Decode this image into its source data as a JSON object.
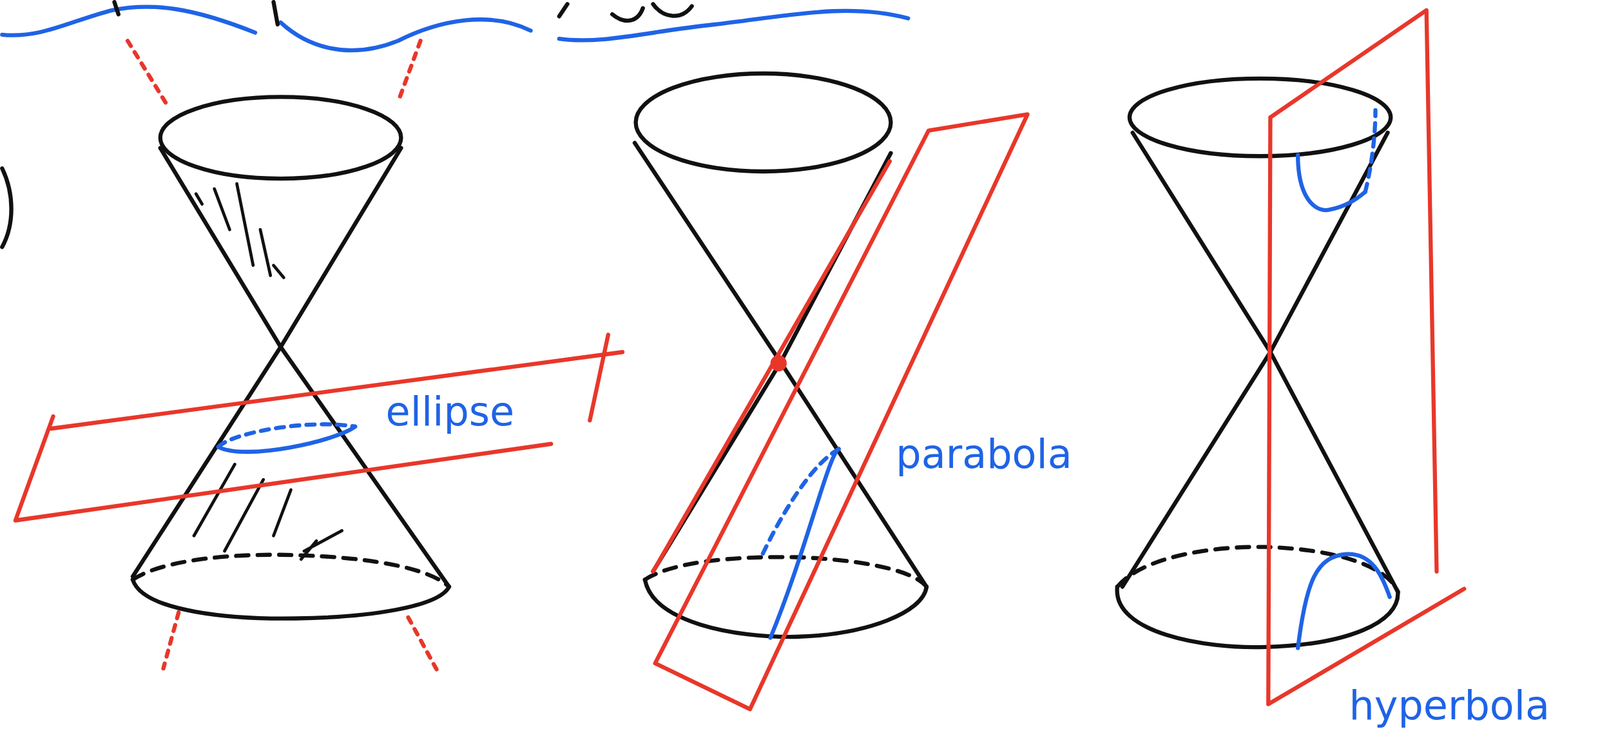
{
  "diagram": {
    "labels": [
      "ellipse",
      "parabola",
      "hyperbola"
    ]
  }
}
